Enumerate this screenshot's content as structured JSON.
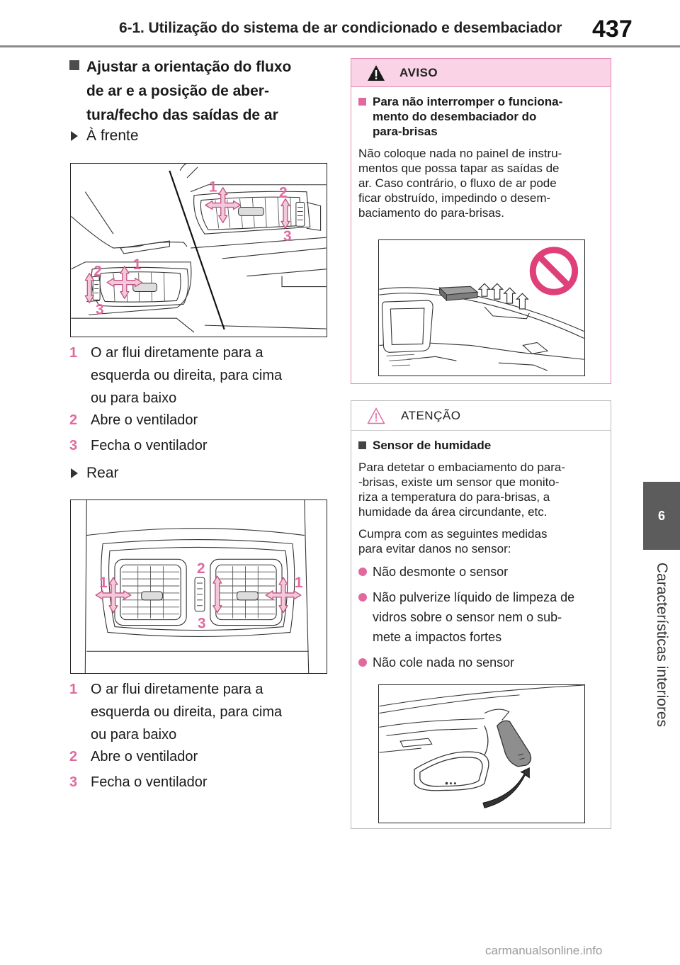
{
  "header": {
    "section": "6-1. Utilização do sistema de ar condicionado e desembaciador",
    "page_number": "437"
  },
  "side_tab": {
    "chapter": "6",
    "label": "Características interiores"
  },
  "left": {
    "title_lines": [
      "Ajustar a orientação do fluxo",
      "de ar e a posição de aber-",
      "tura/fecho das saídas de ar"
    ],
    "front": {
      "heading": "À frente",
      "callouts": [
        "1",
        "2",
        "3"
      ],
      "items": [
        {
          "num": "1",
          "lines": [
            "O ar flui diretamente para a",
            "esquerda ou direita, para cima",
            "ou para baixo"
          ]
        },
        {
          "num": "2",
          "lines": [
            "Abre o ventilador"
          ]
        },
        {
          "num": "3",
          "lines": [
            "Fecha o ventilador"
          ]
        }
      ]
    },
    "rear": {
      "heading": "Rear",
      "callouts": [
        "1",
        "2",
        "3"
      ],
      "items": [
        {
          "num": "1",
          "lines": [
            "O ar flui diretamente para a",
            "esquerda ou direita, para cima",
            "ou para baixo"
          ]
        },
        {
          "num": "2",
          "lines": [
            "Abre o ventilador"
          ]
        },
        {
          "num": "3",
          "lines": [
            "Fecha o ventilador"
          ]
        }
      ]
    }
  },
  "warning": {
    "label": "AVISO",
    "title_lines": [
      "Para não interromper o funciona-",
      "mento do desembaciador do",
      "para-brisas"
    ],
    "text_lines": [
      "Não coloque nada no painel de instru-",
      "mentos que possa tapar as saídas de",
      "ar. Caso contrário, o fluxo de ar pode",
      "ficar obstruído, impedindo o desem-",
      "baciamento do para-brisas."
    ]
  },
  "caution": {
    "label": "ATENÇÃO",
    "title": "Sensor de humidade",
    "text1_lines": [
      "Para detetar o embaciamento do para-",
      "-brisas, existe um sensor que monito-",
      "riza a temperatura do para-brisas, a",
      "humidade da área circundante, etc."
    ],
    "text2_lines": [
      "Cumpra com as seguintes medidas",
      "para evitar danos no sensor:"
    ],
    "bullets": [
      {
        "lines": [
          "Não desmonte o sensor"
        ]
      },
      {
        "lines": [
          "Não pulverize líquido de limpeza de",
          "vidros sobre o sensor nem o sub-",
          "mete a impactos fortes"
        ]
      },
      {
        "lines": [
          "Não cole nada no sensor"
        ]
      }
    ]
  },
  "watermark": "carmanualsonline.info",
  "colors": {
    "accent": "#e06aa0",
    "warning_bg": "#fad4e6",
    "tab": "#5c5c5c"
  }
}
